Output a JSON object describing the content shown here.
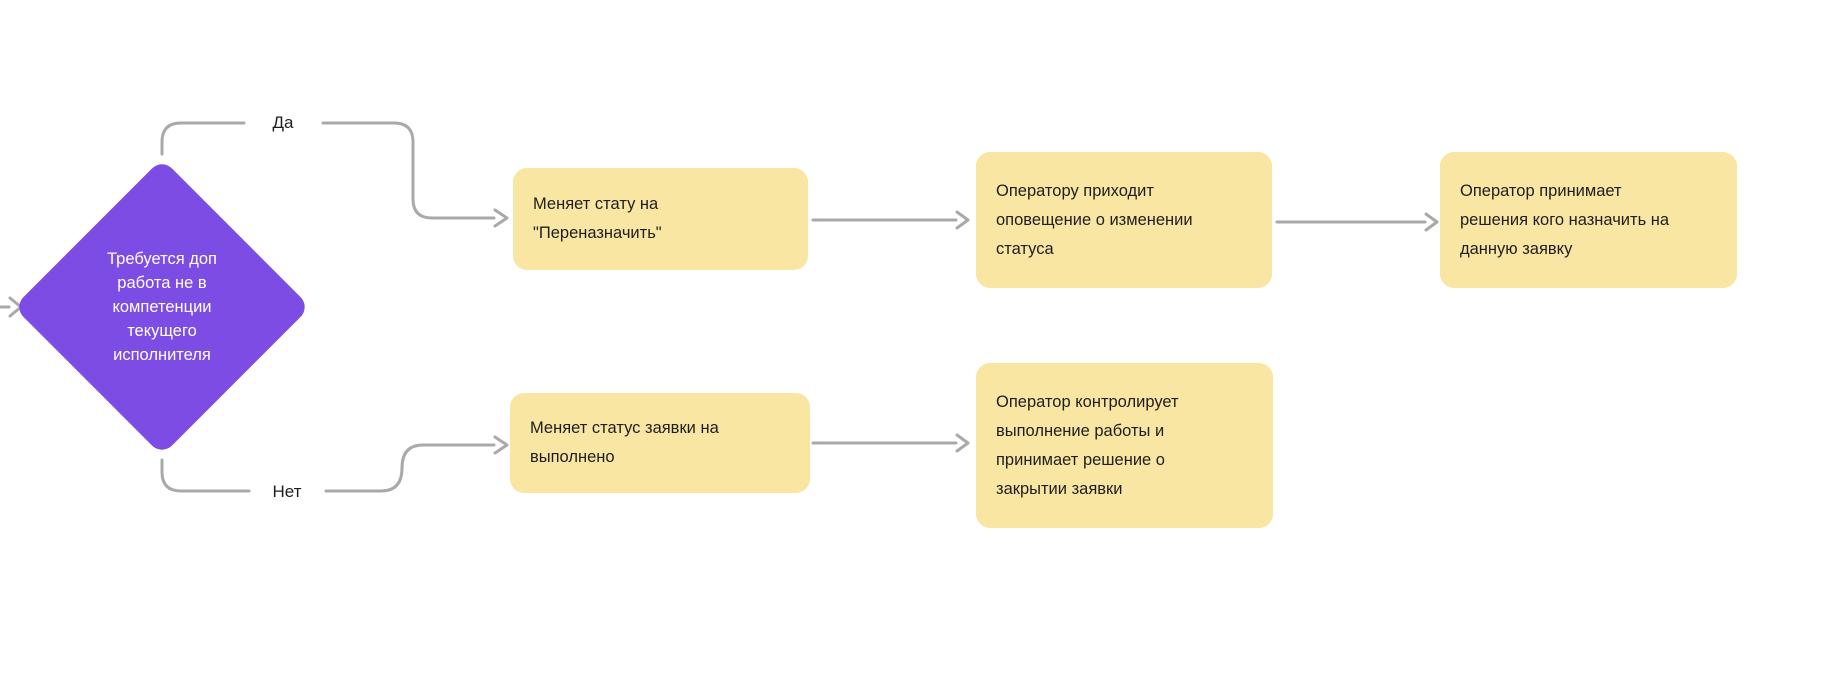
{
  "canvas": {
    "background": "#FFFFFF"
  },
  "colors": {
    "decision_fill": "#7C4CE4",
    "decision_text": "#FFFFFF",
    "process_fill": "#F8E6A2",
    "process_text": "#1E1E1E",
    "connector": "#A9A9A9",
    "branch_label_text": "#1E1E1E"
  },
  "flowchart": {
    "decision": {
      "label": "Требуется доп\nработа не в\nкомпетенции\nтекущего\nисполнителя"
    },
    "branch_yes_label": "Да",
    "branch_no_label": "Нет",
    "nodes": [
      {
        "id": "change-status-reassign",
        "label": "Меняет стату на\n\"Переназначить\""
      },
      {
        "id": "operator-notified",
        "label": "Оператору приходит\nоповещение о изменении\nстатуса"
      },
      {
        "id": "operator-assigns",
        "label": "Оператор принимает\nрешения кого назначить на\nданную заявку"
      },
      {
        "id": "change-status-done",
        "label": "Меняет статус заявки на\nвыполнено"
      },
      {
        "id": "operator-controls",
        "label": "Оператор контролирует\nвыполнение работы и\nпринимает решение о\nзакрытии заявки"
      }
    ]
  }
}
